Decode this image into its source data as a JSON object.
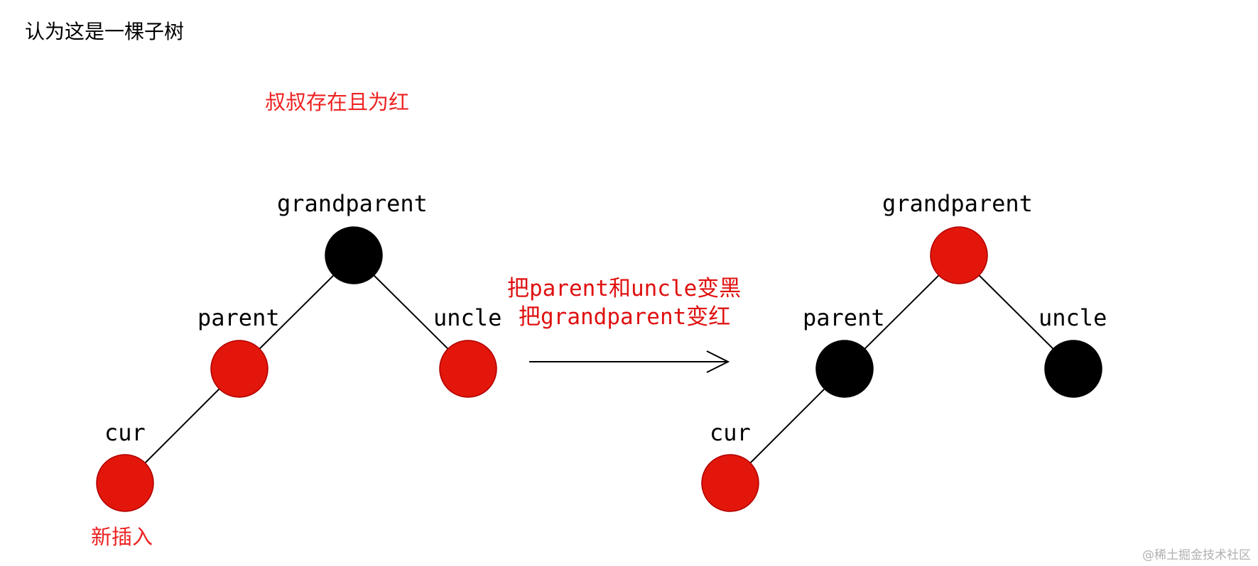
{
  "title": "认为这是一棵子树",
  "case_note": "叔叔存在且为红",
  "new_insert_note": "新插入",
  "transform_instructions": {
    "line1": "把parent和uncle变黑",
    "line2": "把grandparent变红"
  },
  "colors": {
    "red_node": "#e2160a",
    "black_node": "#000000",
    "annotation_red": "#ee2222",
    "edge": "#000000"
  },
  "before_tree": {
    "grandparent": {
      "label": "grandparent",
      "color": "black"
    },
    "parent": {
      "label": "parent",
      "color": "red"
    },
    "uncle": {
      "label": "uncle",
      "color": "red"
    },
    "cur": {
      "label": "cur",
      "color": "red"
    }
  },
  "after_tree": {
    "grandparent": {
      "label": "grandparent",
      "color": "red"
    },
    "parent": {
      "label": "parent",
      "color": "black"
    },
    "uncle": {
      "label": "uncle",
      "color": "black"
    },
    "cur": {
      "label": "cur",
      "color": "red"
    }
  },
  "watermark": "@稀土掘金技术社区"
}
